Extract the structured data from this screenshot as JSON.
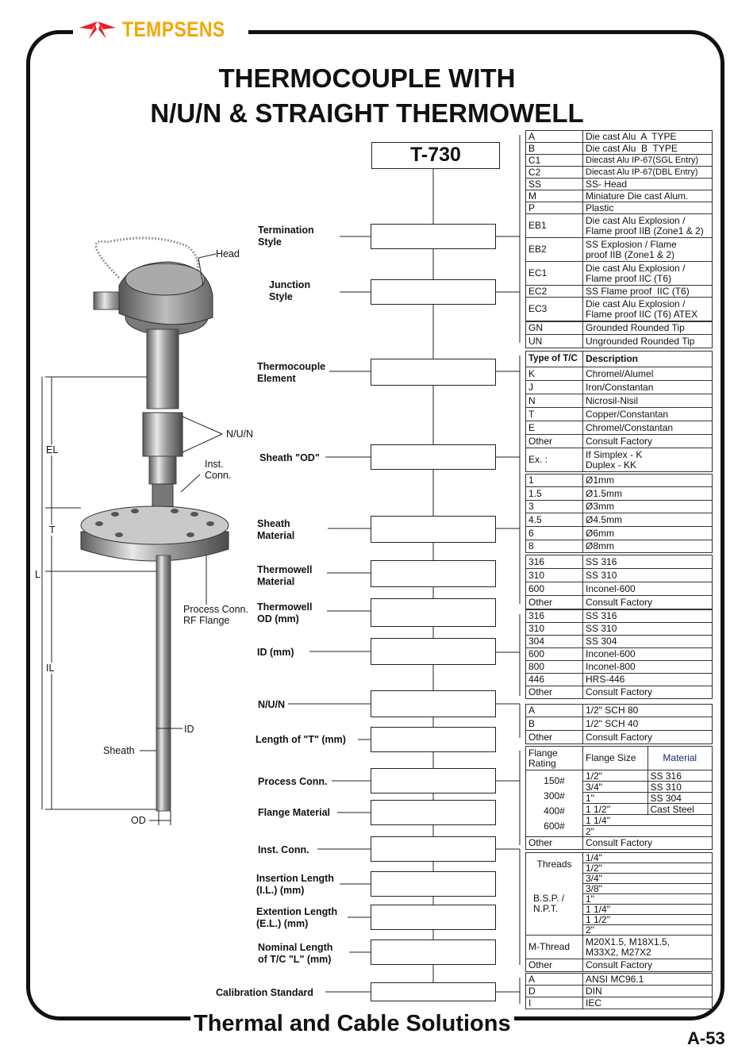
{
  "brand": "TEMPSENS",
  "title_line1": "THERMOCOUPLE WITH",
  "title_line2": "N/U/N & STRAIGHT THERMOWELL",
  "model": "T-730",
  "footer": "Thermal and Cable Solutions",
  "page_number": "A-53",
  "colors": {
    "logo_red": "#e8202a",
    "logo_orange": "#f5a500"
  },
  "fields": [
    {
      "id": "termination",
      "label": "Termination\nStyle"
    },
    {
      "id": "junction",
      "label": "Junction\nStyle"
    },
    {
      "id": "element",
      "label": "Thermocouple\nElement"
    },
    {
      "id": "sheath-od",
      "label": "Sheath \"OD\""
    },
    {
      "id": "sheath-material",
      "label": "Sheath\nMaterial"
    },
    {
      "id": "thermowell-material",
      "label": "Thermowell\nMaterial"
    },
    {
      "id": "thermowell-od",
      "label": "Thermowell\nOD (mm)"
    },
    {
      "id": "id",
      "label": "ID (mm)"
    },
    {
      "id": "nun",
      "label": "N/U/N"
    },
    {
      "id": "length-t",
      "label": "Length of \"T\" (mm)"
    },
    {
      "id": "process-conn",
      "label": "Process Conn."
    },
    {
      "id": "flange-material",
      "label": "Flange Material"
    },
    {
      "id": "inst-conn",
      "label": "Inst. Conn."
    },
    {
      "id": "insertion-length",
      "label": "Insertion Length\n(I.L.) (mm)"
    },
    {
      "id": "extension-length",
      "label": "Extention Length\n(E.L.) (mm)"
    },
    {
      "id": "nominal-length",
      "label": "Nominal Length\nof T/C \"L\" (mm)"
    },
    {
      "id": "calibration",
      "label": "Calibration Standard"
    }
  ],
  "diagram_labels": {
    "head": "Head",
    "nun": "N/U/N",
    "inst_conn": "Inst.\nConn.",
    "process_conn": "Process Conn.\nRF Flange",
    "id": "ID",
    "sheath": "Sheath",
    "od": "OD",
    "el": "EL",
    "t": "T",
    "l": "L",
    "il": "IL"
  },
  "tables": {
    "heads": [
      [
        "A",
        "Die cast Alu  A  TYPE"
      ],
      [
        "B",
        "Die cast Alu  B  TYPE"
      ],
      [
        "C1",
        "Diecast Alu IP-67(SGL Entry)"
      ],
      [
        "C2",
        "Diecast Alu IP-67(DBL Entry)"
      ],
      [
        "SS",
        "SS- Head"
      ],
      [
        "M",
        "Miniature Die cast Alum."
      ],
      [
        "P",
        "Plastic"
      ],
      [
        "EB1",
        "Die cast Alu Explosion /\nFlame proof IIB (Zone1 & 2)"
      ],
      [
        "EB2",
        "SS Explosion / Flame\nproof IIB (Zone1 & 2)"
      ],
      [
        "EC1",
        "Die cast Alu Explosion /\nFlame proof IIC (T6)"
      ],
      [
        "EC2",
        "SS Flame proof  IIC (T6)"
      ],
      [
        "EC3",
        "Die cast Alu Explosion /\nFlame proof IIC (T6) ATEX"
      ]
    ],
    "junction": [
      [
        "GN",
        "Grounded Rounded Tip"
      ],
      [
        "UN",
        "Ungrounded Rounded Tip"
      ]
    ],
    "tc_type": [
      [
        "Type of T/C",
        "Description"
      ],
      [
        "K",
        "Chromel/Alumel"
      ],
      [
        "J",
        "Iron/Constantan"
      ],
      [
        "N",
        "Nicrosil-Nisil"
      ],
      [
        "T",
        "Copper/Constantan"
      ],
      [
        "E",
        "Chromel/Constantan"
      ],
      [
        "Other",
        "Consult Factory"
      ],
      [
        "Ex. :",
        "If Simplex - K\nDuplex - KK"
      ]
    ],
    "sheath_od": [
      [
        "1",
        "Ø1mm"
      ],
      [
        "1.5",
        "Ø1.5mm"
      ],
      [
        "3",
        "Ø3mm"
      ],
      [
        "4.5",
        "Ø4.5mm"
      ],
      [
        "6",
        "Ø6mm"
      ],
      [
        "8",
        "Ø8mm"
      ]
    ],
    "sheath_material": [
      [
        "316",
        "SS 316"
      ],
      [
        "310",
        "SS 310"
      ],
      [
        "600",
        "Inconel-600"
      ],
      [
        "Other",
        "Consult Factory"
      ]
    ],
    "thermowell_material": [
      [
        "316",
        "SS 316"
      ],
      [
        "310",
        "SS 310"
      ],
      [
        "304",
        "SS 304"
      ],
      [
        "600",
        "Inconel-600"
      ],
      [
        "800",
        "Inconel-800"
      ],
      [
        "446",
        "HRS-446"
      ],
      [
        "Other",
        "Consult Factory"
      ]
    ],
    "nun": [
      [
        "A",
        "1/2\" SCH 80"
      ],
      [
        "B",
        "1/2\" SCH 40"
      ],
      [
        "Other",
        "Consult Factory"
      ]
    ],
    "flange": {
      "headers": [
        "Flange\nRating",
        "Flange Size",
        "Material"
      ],
      "ratings": "150#\n300#\n400#\n600#",
      "sizes": [
        "1/2\"",
        "3/4\"",
        "1\"",
        "1 1/2\"",
        "1 1/4\"",
        "2\""
      ],
      "materials": [
        "SS 316",
        "SS 310",
        "SS 304",
        "Cast Steel"
      ],
      "other": [
        "Other",
        "Consult Factory"
      ]
    },
    "threads": {
      "label1": "Threads",
      "label2": "B.S.P. /\nN.P.T.",
      "sizes": [
        "1/4\"",
        "1/2\"",
        "3/4\"",
        "3/8\"",
        "1\"",
        "1 1/4\"",
        "1 1/2\"",
        "2\""
      ],
      "mthread": [
        "M-Thread",
        "M20X1.5, M18X1.5,\nM33X2, M27X2"
      ],
      "other": [
        "Other",
        "Consult Factory"
      ]
    },
    "calibration": [
      [
        "A",
        "ANSI MC96.1"
      ],
      [
        "D",
        "DIN"
      ],
      [
        "I",
        "IEC"
      ]
    ]
  }
}
